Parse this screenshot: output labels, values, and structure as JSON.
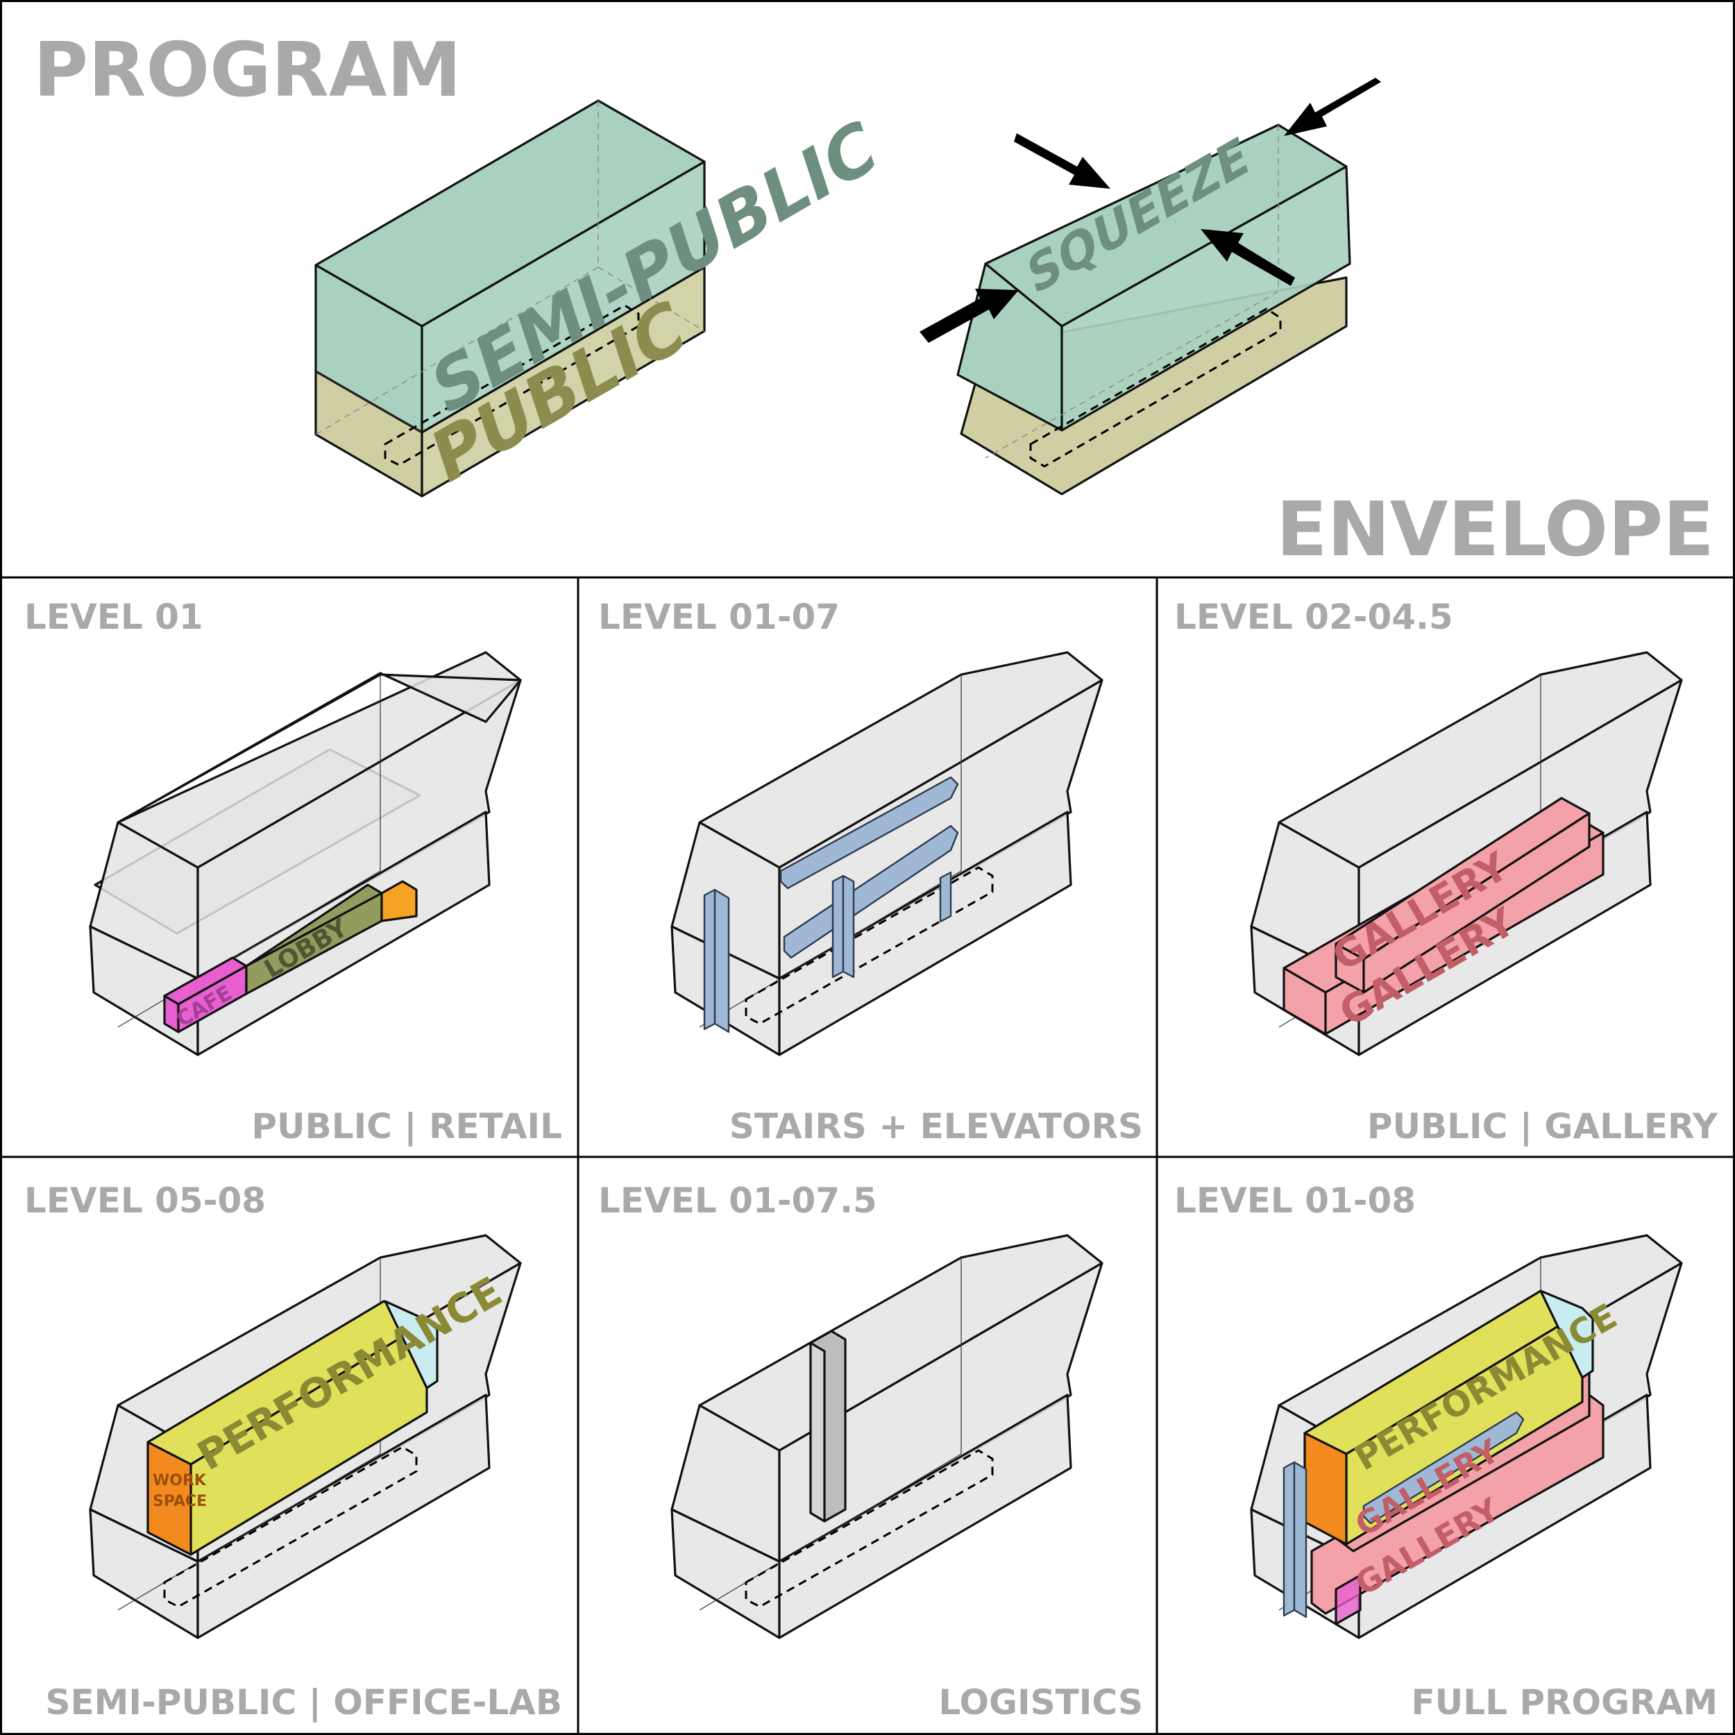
{
  "top": {
    "title_left": "PROGRAM",
    "title_right": "ENVELOPE",
    "block_labels": {
      "semi_public": "SEMI-PUBLIC",
      "public": "PUBLIC",
      "squeeze": "SQUEEZE"
    }
  },
  "panels": [
    {
      "level": "LEVEL 01",
      "caption": "PUBLIC | RETAIL",
      "labels": [
        "CAFE",
        "LOBBY"
      ]
    },
    {
      "level": "LEVEL 01-07",
      "caption": "STAIRS + ELEVATORS",
      "labels": []
    },
    {
      "level": "LEVEL 02-04.5",
      "caption": "PUBLIC | GALLERY",
      "labels": [
        "GALLERY",
        "GALLERY"
      ]
    },
    {
      "level": "LEVEL 05-08",
      "caption": "SEMI-PUBLIC | OFFICE-LAB",
      "labels": [
        "PERFORMANCE",
        "WORK",
        "SPACE"
      ]
    },
    {
      "level": "LEVEL 01-07.5",
      "caption": "LOGISTICS",
      "labels": []
    },
    {
      "level": "LEVEL 01-08",
      "caption": "FULL PROGRAM",
      "labels": [
        "PERFORMANCE",
        "GALLERY",
        "GALLERY"
      ]
    }
  ],
  "colors": {
    "semi_public": "#a9d1bf",
    "public": "#cfcfa3",
    "ghost": "#e4e4e4",
    "cafe": "#e85fd0",
    "lobby": "#939b5f",
    "orange": "#f5a324",
    "gallery": "#f2a2a8",
    "performance": "#e1e05a",
    "workspace": "#f38a1f",
    "stair": "#9fb8d6",
    "logistics": "#bdbdbd",
    "header_grey": "#a9a9a9"
  }
}
